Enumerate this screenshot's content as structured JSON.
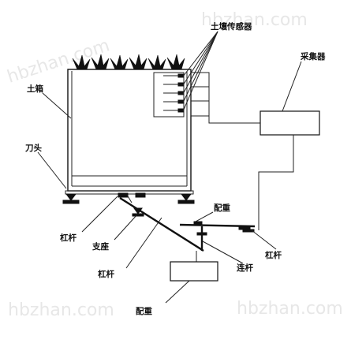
{
  "labels": {
    "soil_sensor": "土壤传感器",
    "soil_box": "土箱",
    "collector": "采集器",
    "knife_edge": "刀头",
    "counterweight_upper": "配重",
    "lever_left": "杠杆",
    "support": "支座",
    "lever_right": "杠杆",
    "connecting_rod": "连杆",
    "lever_lower": "杠杆",
    "counterweight_lower": "配重"
  },
  "watermarks": [
    "hbzhan.com",
    "hbzhan.com",
    "hbzhan.com",
    "hbzhan.com"
  ]
}
